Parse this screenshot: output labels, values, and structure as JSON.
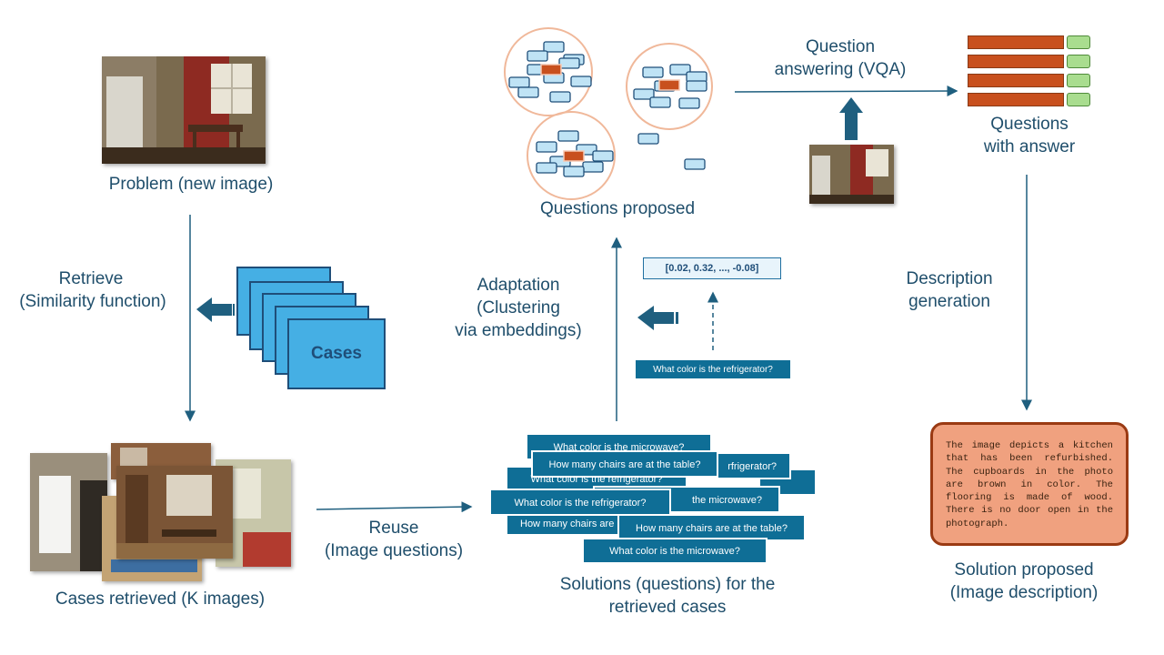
{
  "labels": {
    "problem": "Problem (new image)",
    "retrieve_1": "Retrieve",
    "retrieve_2": "(Similarity function)",
    "cases": "Cases",
    "cases_retrieved": "Cases retrieved (K images)",
    "reuse_1": "Reuse",
    "reuse_2": "(Image questions)",
    "solutions_1": "Solutions (questions) for the",
    "solutions_2": "retrieved cases",
    "adaptation_1": "Adaptation",
    "adaptation_2": "(Clustering",
    "adaptation_3": "via embeddings)",
    "questions_proposed": "Questions proposed",
    "qa_1": "Question",
    "qa_2": "answering (VQA)",
    "qwa_1": "Questions",
    "qwa_2": "with answer",
    "descgen_1": "Description",
    "descgen_2": "generation",
    "solution_1": "Solution proposed",
    "solution_2": "(Image description)"
  },
  "embedding_vector": "[0.02, 0.32, ..., -0.08]",
  "embedding_question": "What color is the refrigerator?",
  "stack_questions": [
    "What color is the microwave?",
    "How many chairs are at the table?",
    "What color is the refrigerator?",
    "the microwave?",
    "What color is the refrigerator?",
    "How many chairs are",
    "How many chairs are at the table?",
    "What color is the microwave?",
    "rfrigerator?"
  ],
  "description_text": "The image depicts a kitchen that has been refurbished. The cupboards in the photo are brown in color. The flooring is made of wood. There is no door open in the photograph.",
  "colors": {
    "text": "#1f4e6b",
    "arrow": "#1f5f7f",
    "question_box": "#0f6e96",
    "cluster_circle": "#f0b89a",
    "cluster_node": "#bfe3f5",
    "cluster_center": "#c8501e",
    "answer_bar": "#c8501e",
    "answer_check": "#a9dd8f",
    "cases_card": "#45afe4",
    "description_bg": "#f0a17f"
  }
}
